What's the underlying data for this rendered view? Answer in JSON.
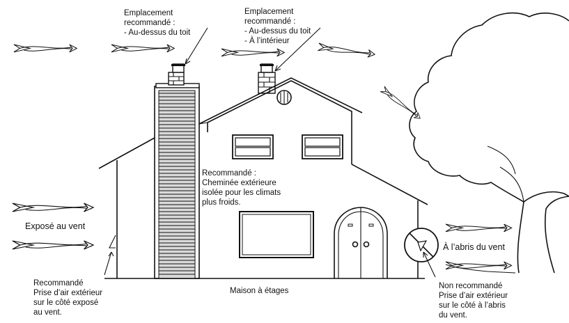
{
  "labels": {
    "chimney_left_note": "Emplacement\nrecommandé :\n- Au-dessus du toit",
    "chimney_right_note": "Emplacement\nrecommandé :\n- Au-dessus du toit\n- À l’intérieur",
    "exterior_chimney_note": "Recommandé :\nCheminée extérieure\nisolée pour les climats\nplus froids.",
    "exposed_side": "Exposé au vent",
    "sheltered_side": "À l’abris du vent",
    "intake_recommended": "Recommandé\nPrise d’air extérieur\nsur le côté exposé\nau vent.",
    "intake_not_recommended": "Non recommandé\nPrise d’air extérieur\nsur le côté à l’abris\ndu vent.",
    "house_caption": "Maison à étages"
  },
  "colors": {
    "line": "#111111",
    "chimney_fill": "#d9d9d9",
    "background": "#ffffff"
  },
  "icons": [
    "wind-arrow-icon",
    "no-entry-icon",
    "vent-icon",
    "tree-icon"
  ]
}
